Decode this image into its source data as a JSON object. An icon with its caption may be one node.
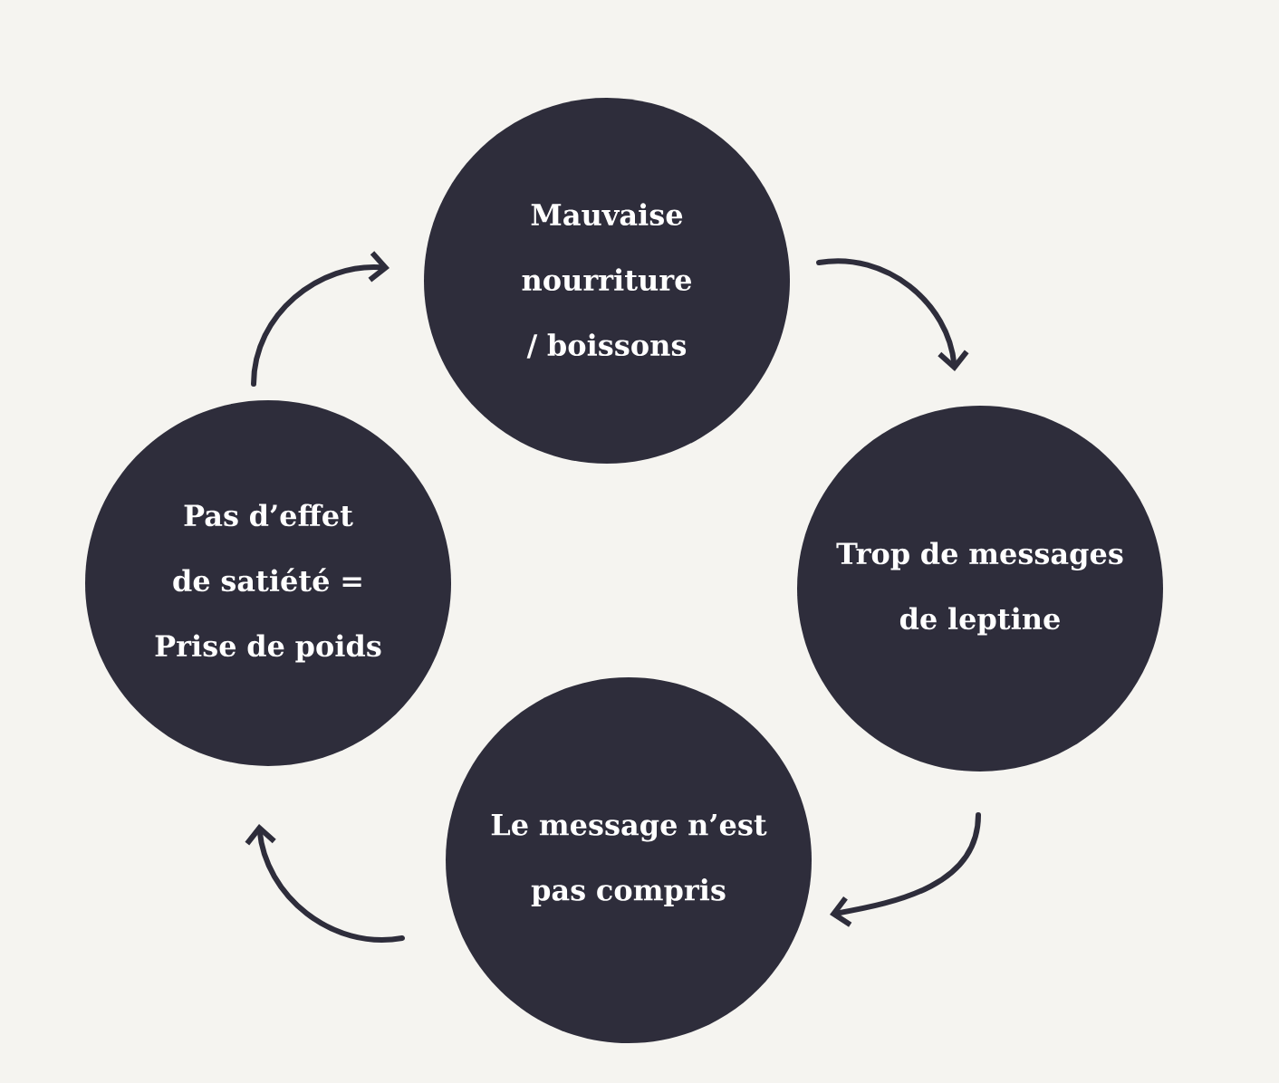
{
  "diagram": {
    "nodes": [
      {
        "text": [
          "Mauvaise nourriture / boissons"
        ]
      },
      {
        "text": [
          "Trop de messages de leptine"
        ]
      },
      {
        "text": [
          "Le message n’est pas compris"
        ]
      },
      {
        "text": [
          "Pas d’effet de satiété = Prise de poids"
        ]
      }
    ],
    "edges": [
      {
        "from": 0,
        "to": 1,
        "arrow": "to"
      },
      {
        "from": 1,
        "to": 2,
        "arrow": "to"
      },
      {
        "from": 2,
        "to": 3,
        "arrow": "to"
      },
      {
        "from": 3,
        "to": 0,
        "arrow": "to"
      }
    ]
  }
}
